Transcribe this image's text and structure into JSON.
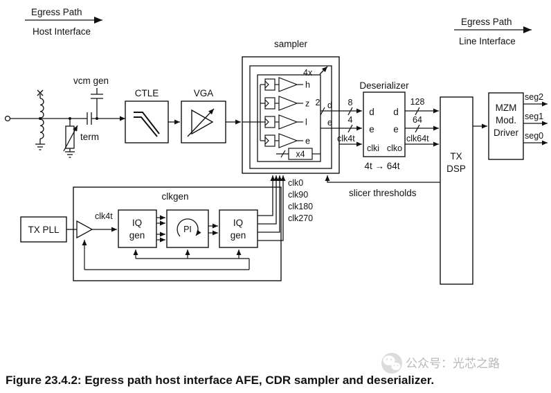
{
  "header_left": {
    "top": "Egress Path",
    "bottom": "Host Interface"
  },
  "header_right": {
    "top": "Egress Path",
    "bottom": "Line Interface"
  },
  "afe": {
    "vcm": "vcm gen",
    "term": "term",
    "ctle": "CTLE",
    "vga": "VGA"
  },
  "sampler": {
    "title": "sampler",
    "count": "4x",
    "slicer_labels": [
      "h",
      "z",
      "l",
      "e"
    ],
    "x4": "x4",
    "width2": "2",
    "d": "d",
    "e": "e"
  },
  "buses": {
    "d8": "8",
    "e4": "4",
    "clk4t_in": "clk4t",
    "d128": "128",
    "e64": "64",
    "clk64t": "clk64t"
  },
  "deserializer": {
    "title": "Deserializer",
    "din": "d",
    "dout": "d",
    "ein": "e",
    "eout": "e",
    "clki": "clki",
    "clko": "clko",
    "ratio": "4t → 64t"
  },
  "txdsp": {
    "l1": "TX",
    "l2": "DSP"
  },
  "mzm": {
    "l1": "MZM",
    "l2": "Mod.",
    "l3": "Driver",
    "seg2": "seg2",
    "seg1": "seg1",
    "seg0": "seg0"
  },
  "clkgen": {
    "title": "clkgen",
    "txpll": "TX PLL",
    "clk4t": "clk4t",
    "iq": "IQ",
    "gen": "gen",
    "pi": "PI",
    "clks": [
      "clk0",
      "clk90",
      "clk180",
      "clk270"
    ]
  },
  "slicer_thresholds": "slicer thresholds",
  "caption": "Figure 23.4.2: Egress path host interface AFE, CDR sampler and deserializer.",
  "watermark": "公众号：光芯之路"
}
